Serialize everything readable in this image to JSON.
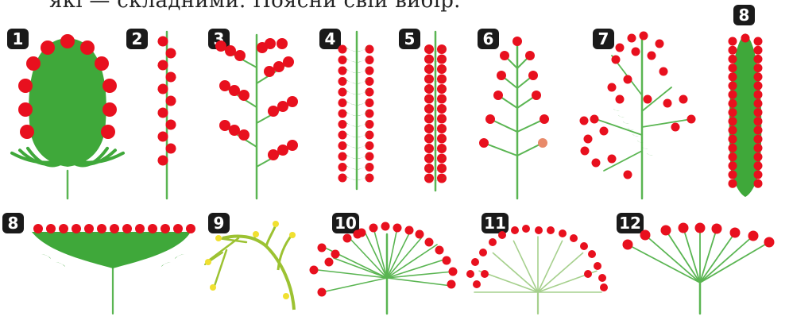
{
  "header_text": "які — складними. Поясни свій вибір.",
  "badges": [
    "1",
    "2",
    "3",
    "4",
    "5",
    "6",
    "7",
    "8",
    "8",
    "9",
    "10",
    "11",
    "12"
  ],
  "colors": {
    "stem": "#5ab552",
    "leaf": "#3fa83a",
    "flower": "#e8101e",
    "pale_stem": "#a6d08d",
    "yellow_stem": "#9cc232",
    "yellow_flower": "#f0e030",
    "faded_flower": "#e88a6a"
  }
}
